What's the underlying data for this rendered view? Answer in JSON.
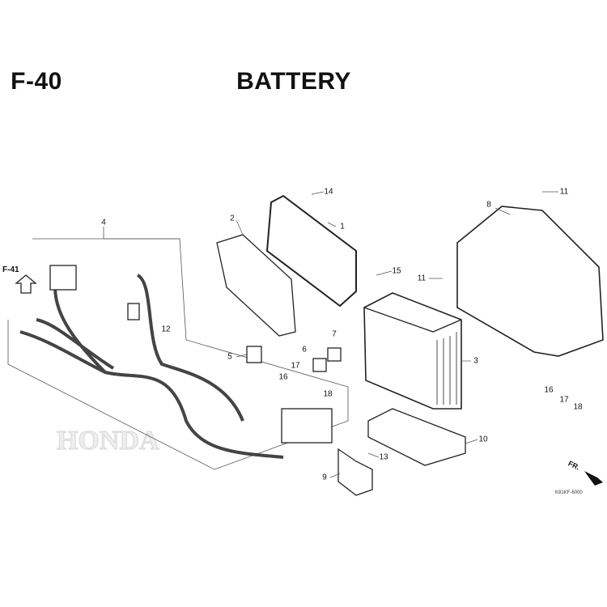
{
  "header": {
    "figure_number": "F-40",
    "title": "BATTERY"
  },
  "reference": {
    "label": "F-41"
  },
  "direction": {
    "label": "FR."
  },
  "diagram_code": "K81KF-6000",
  "watermark": "HONDA",
  "callouts": [
    "1",
    "2",
    "3",
    "4",
    "5",
    "6",
    "7",
    "8",
    "9",
    "10",
    "11",
    "11",
    "12",
    "13",
    "14",
    "15",
    "16",
    "16",
    "17",
    "17",
    "18",
    "18"
  ]
}
